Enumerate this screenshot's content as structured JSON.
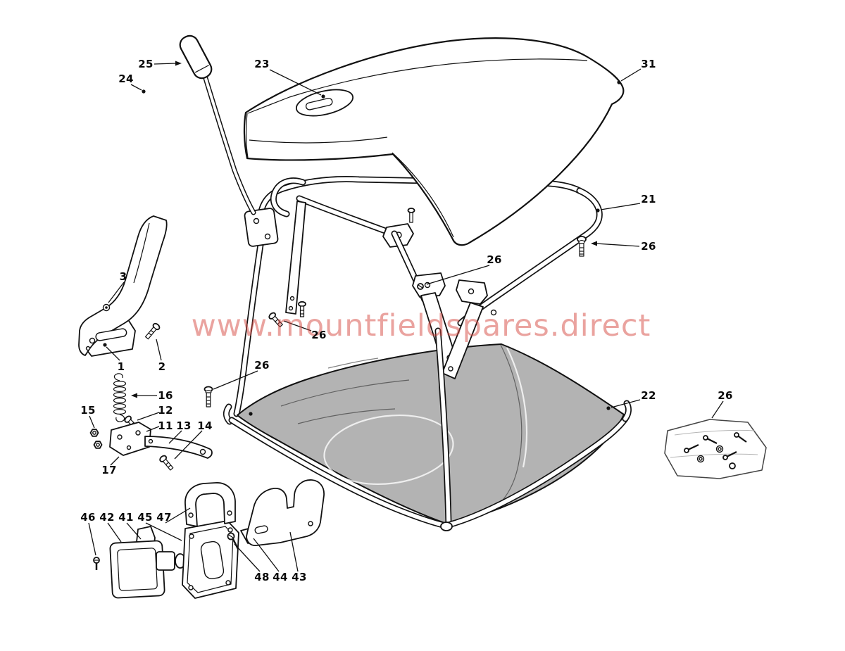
{
  "watermark": {
    "text": "www.mountfieldspares.direct",
    "color": "#d64840"
  },
  "diagram": {
    "description": "Exploded parts diagram of a grass catcher assembly",
    "bag_color": "#b3b3b3",
    "line_color": "#111111",
    "background": "#ffffff"
  },
  "callouts": [
    {
      "id": "25",
      "label": "25"
    },
    {
      "id": "24",
      "label": "24"
    },
    {
      "id": "23",
      "label": "23"
    },
    {
      "id": "31",
      "label": "31"
    },
    {
      "id": "21",
      "label": "21"
    },
    {
      "id": "26a",
      "label": "26"
    },
    {
      "id": "26b",
      "label": "26"
    },
    {
      "id": "3",
      "label": "3"
    },
    {
      "id": "26c",
      "label": "26"
    },
    {
      "id": "1",
      "label": "1"
    },
    {
      "id": "2",
      "label": "2"
    },
    {
      "id": "26d",
      "label": "26"
    },
    {
      "id": "16",
      "label": "16"
    },
    {
      "id": "15",
      "label": "15"
    },
    {
      "id": "12",
      "label": "12"
    },
    {
      "id": "11",
      "label": "11"
    },
    {
      "id": "13",
      "label": "13"
    },
    {
      "id": "14",
      "label": "14"
    },
    {
      "id": "17",
      "label": "17"
    },
    {
      "id": "22",
      "label": "22"
    },
    {
      "id": "26e",
      "label": "26"
    },
    {
      "id": "46",
      "label": "46"
    },
    {
      "id": "42",
      "label": "42"
    },
    {
      "id": "41",
      "label": "41"
    },
    {
      "id": "45",
      "label": "45"
    },
    {
      "id": "47",
      "label": "47"
    },
    {
      "id": "48",
      "label": "48"
    },
    {
      "id": "44",
      "label": "44"
    },
    {
      "id": "43",
      "label": "43"
    }
  ]
}
